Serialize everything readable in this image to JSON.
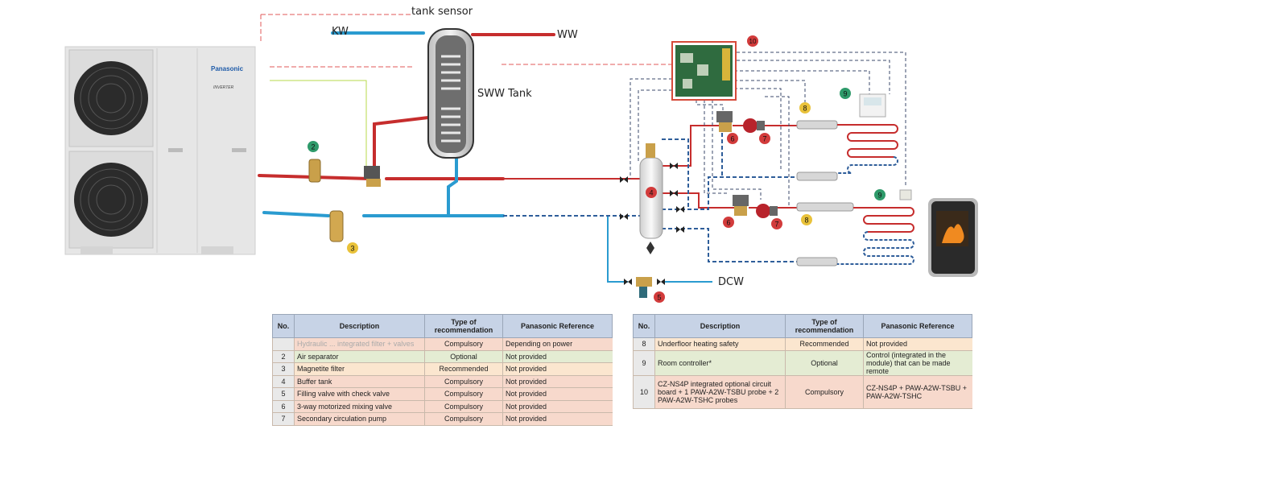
{
  "labels": {
    "tank_sensor": "tank sensor",
    "kw": "KW",
    "ww": "WW",
    "sww_tank": "SWW Tank",
    "dcw": "DCW",
    "brand": "Panasonic",
    "inverter": "INVERTER"
  },
  "markers": [
    {
      "num": "2",
      "color": "#2e9a6a"
    },
    {
      "num": "3",
      "color": "#e9c23a"
    },
    {
      "num": "4",
      "color": "#d23b3b"
    },
    {
      "num": "5",
      "color": "#d23b3b"
    },
    {
      "num": "6",
      "color": "#d23b3b"
    },
    {
      "num": "6",
      "color": "#d23b3b"
    },
    {
      "num": "7",
      "color": "#d23b3b"
    },
    {
      "num": "7",
      "color": "#d23b3b"
    },
    {
      "num": "8",
      "color": "#e9c23a"
    },
    {
      "num": "8",
      "color": "#e9c23a"
    },
    {
      "num": "9",
      "color": "#2e9a6a"
    },
    {
      "num": "9",
      "color": "#2e9a6a"
    },
    {
      "num": "10",
      "color": "#d23b3b"
    }
  ],
  "colors": {
    "supply": "#c62d2d",
    "return": "#2a9bd0",
    "control": "#3b4a6b",
    "return_dashed": "#2f5e9a"
  },
  "table_left": {
    "headers": [
      "No.",
      "Description",
      "Type of recommendation",
      "Panasonic Reference"
    ],
    "rows": [
      {
        "no": "",
        "desc": "Hydraulic ... integrated filter + valves",
        "type": "Compulsory",
        "ref": "Depending on power",
        "kind": "comp"
      },
      {
        "no": "2",
        "desc": "Air separator",
        "type": "Optional",
        "ref": "Not provided",
        "kind": "opt"
      },
      {
        "no": "3",
        "desc": "Magnetite filter",
        "type": "Recommended",
        "ref": "Not provided",
        "kind": "rec"
      },
      {
        "no": "4",
        "desc": "Buffer tank",
        "type": "Compulsory",
        "ref": "Not provided",
        "kind": "comp"
      },
      {
        "no": "5",
        "desc": "Filling valve with check valve",
        "type": "Compulsory",
        "ref": "Not provided",
        "kind": "comp"
      },
      {
        "no": "6",
        "desc": "3-way motorized mixing valve",
        "type": "Compulsory",
        "ref": "Not provided",
        "kind": "comp"
      },
      {
        "no": "7",
        "desc": "Secondary circulation pump",
        "type": "Compulsory",
        "ref": "Not provided",
        "kind": "comp"
      }
    ]
  },
  "table_right": {
    "headers": [
      "No.",
      "Description",
      "Type of recommendation",
      "Panasonic Reference"
    ],
    "rows": [
      {
        "no": "8",
        "desc": "Underfloor heating safety",
        "type": "Recommended",
        "ref": "Not provided",
        "kind": "rec"
      },
      {
        "no": "9",
        "desc": "Room controller*",
        "type": "Optional",
        "ref": "Control (integrated in the module) that can be made remote",
        "kind": "opt"
      },
      {
        "no": "10",
        "desc": "CZ-NS4P integrated optional circuit board + 1 PAW-A2W-TSBU probe + 2 PAW-A2W-TSHC probes",
        "type": "Compulsory",
        "ref": "CZ-NS4P + PAW-A2W-TSBU + PAW-A2W-TSHC",
        "kind": "comp"
      }
    ]
  }
}
